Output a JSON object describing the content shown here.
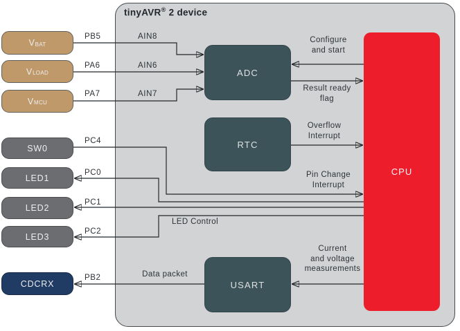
{
  "title": {
    "main": "tinyAVR",
    "reg": "®",
    "rest": " 2 device"
  },
  "colors": {
    "device_fill": "#d2d3d5",
    "cpu_red": "#ee1d2c",
    "block_teal": "#3d535a",
    "analog_tan": "#c0996a",
    "gpio_gray": "#6c6d70",
    "comm_navy": "#203c64",
    "line_dark": "#23272b",
    "label_text": "#2d3237",
    "box_text": "#eceeee"
  },
  "external_boxes": {
    "vbat": {
      "main": "V",
      "sub": "BAT"
    },
    "vload": {
      "main": "V",
      "sub": "LOAD"
    },
    "vmcu": {
      "main": "V",
      "sub": "MCU"
    },
    "sw0": {
      "label": "SW0"
    },
    "led1": {
      "label": "LED1"
    },
    "led2": {
      "label": "LED2"
    },
    "led3": {
      "label": "LED3"
    },
    "cdcrx": {
      "label": "CDCRX"
    }
  },
  "pins": {
    "pb5": "PB5",
    "pa6": "PA6",
    "pa7": "PA7",
    "pc4": "PC4",
    "pc0": "PC0",
    "pc1": "PC1",
    "pc2": "PC2",
    "pb2": "PB2"
  },
  "analog_inputs": {
    "ain8": "AIN8",
    "ain6": "AIN6",
    "ain7": "AIN7"
  },
  "blocks": {
    "adc": "ADC",
    "rtc": "RTC",
    "usart": "USART",
    "cpu": "CPU"
  },
  "signals": {
    "configure": [
      "Configure",
      "and start"
    ],
    "result": [
      "Result ready",
      "flag"
    ],
    "overflow": [
      "Overflow",
      "Interrupt"
    ],
    "pin_change": [
      "Pin Change",
      "Interrupt"
    ],
    "led_control": "LED Control",
    "current": [
      "Current",
      "and voltage",
      "measurements"
    ],
    "data_packet": "Data packet"
  }
}
